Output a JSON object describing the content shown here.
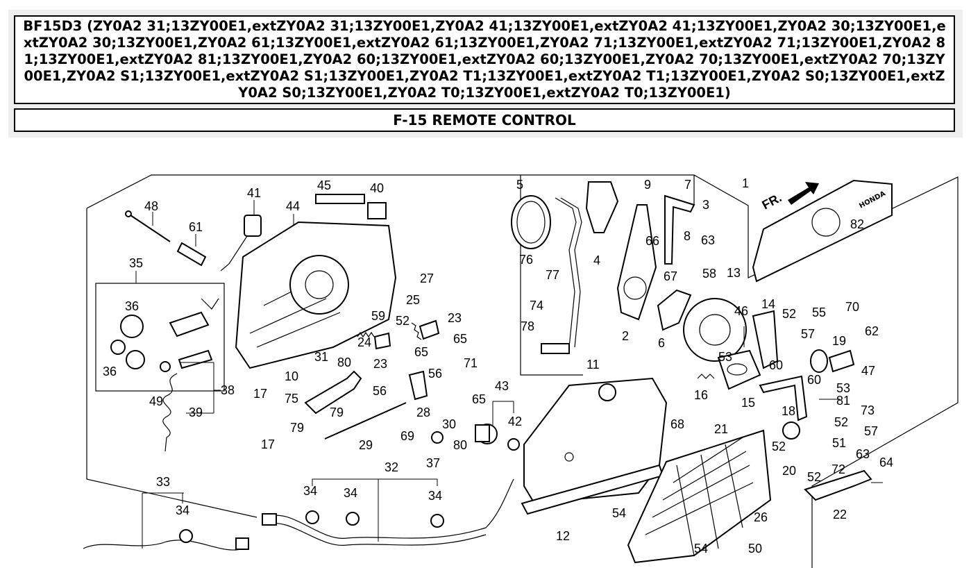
{
  "header": {
    "title": "BF15D3 (ZY0A2 31;13ZY00E1,extZY0A2 31;13ZY00E1,ZY0A2 41;13ZY00E1,extZY0A2 41;13ZY00E1,ZY0A2 30;13ZY00E1,extZY0A2 30;13ZY00E1,ZY0A2 61;13ZY00E1,extZY0A2 61;13ZY00E1,ZY0A2 71;13ZY00E1,extZY0A2 71;13ZY00E1,ZY0A2 81;13ZY00E1,extZY0A2 81;13ZY00E1,ZY0A2 60;13ZY00E1,extZY0A2 60;13ZY00E1,ZY0A2 70;13ZY00E1,extZY0A2 70;13ZY00E1,ZY0A2 S1;13ZY00E1,extZY0A2 S1;13ZY00E1,ZY0A2 T1;13ZY00E1,extZY0A2 T1;13ZY00E1,ZY0A2 S0;13ZY00E1,extZY0A2 S0;13ZY00E1,ZY0A2 T0;13ZY00E1,extZY0A2 T0;13ZY00E1)",
    "subtitle": "F-15 REMOTE CONTROL"
  },
  "diagram": {
    "direction_label": "FR.",
    "brand_mark": "HONDA",
    "callouts": [
      {
        "id": "c48",
        "text": "48"
      },
      {
        "id": "c61",
        "text": "61"
      },
      {
        "id": "c41",
        "text": "41"
      },
      {
        "id": "c44",
        "text": "44"
      },
      {
        "id": "c45",
        "text": "45"
      },
      {
        "id": "c40",
        "text": "40"
      },
      {
        "id": "c35",
        "text": "35"
      },
      {
        "id": "c36a",
        "text": "36"
      },
      {
        "id": "c36b",
        "text": "36"
      },
      {
        "id": "c38",
        "text": "38"
      },
      {
        "id": "c39",
        "text": "39"
      },
      {
        "id": "c49",
        "text": "49"
      },
      {
        "id": "c10",
        "text": "10"
      },
      {
        "id": "c31",
        "text": "31"
      },
      {
        "id": "c80a",
        "text": "80"
      },
      {
        "id": "c59",
        "text": "59"
      },
      {
        "id": "c24",
        "text": "24"
      },
      {
        "id": "c52a",
        "text": "52"
      },
      {
        "id": "c25",
        "text": "25"
      },
      {
        "id": "c27",
        "text": "27"
      },
      {
        "id": "c23a",
        "text": "23"
      },
      {
        "id": "c65a",
        "text": "65"
      },
      {
        "id": "c23b",
        "text": "23"
      },
      {
        "id": "c65b",
        "text": "65"
      },
      {
        "id": "c17a",
        "text": "17"
      },
      {
        "id": "c17b",
        "text": "17"
      },
      {
        "id": "c75",
        "text": "75"
      },
      {
        "id": "c79a",
        "text": "79"
      },
      {
        "id": "c79b",
        "text": "79"
      },
      {
        "id": "c56a",
        "text": "56"
      },
      {
        "id": "c56b",
        "text": "56"
      },
      {
        "id": "c71",
        "text": "71"
      },
      {
        "id": "c28",
        "text": "28"
      },
      {
        "id": "c29",
        "text": "29"
      },
      {
        "id": "c69",
        "text": "69"
      },
      {
        "id": "c30",
        "text": "30"
      },
      {
        "id": "c65c",
        "text": "65"
      },
      {
        "id": "c80b",
        "text": "80"
      },
      {
        "id": "c37",
        "text": "37"
      },
      {
        "id": "c43",
        "text": "43"
      },
      {
        "id": "c42",
        "text": "42"
      },
      {
        "id": "c32",
        "text": "32"
      },
      {
        "id": "c34a",
        "text": "34"
      },
      {
        "id": "c34b",
        "text": "34"
      },
      {
        "id": "c34c",
        "text": "34"
      },
      {
        "id": "c33",
        "text": "33"
      },
      {
        "id": "c34d",
        "text": "34"
      },
      {
        "id": "c5",
        "text": "5"
      },
      {
        "id": "c76",
        "text": "76"
      },
      {
        "id": "c77",
        "text": "77"
      },
      {
        "id": "c74",
        "text": "74"
      },
      {
        "id": "c78",
        "text": "78"
      },
      {
        "id": "c9",
        "text": "9"
      },
      {
        "id": "c7",
        "text": "7"
      },
      {
        "id": "c3",
        "text": "3"
      },
      {
        "id": "c4",
        "text": "4"
      },
      {
        "id": "c66",
        "text": "66"
      },
      {
        "id": "c8",
        "text": "8"
      },
      {
        "id": "c63a",
        "text": "63"
      },
      {
        "id": "c58",
        "text": "58"
      },
      {
        "id": "c67",
        "text": "67"
      },
      {
        "id": "c2",
        "text": "2"
      },
      {
        "id": "c6",
        "text": "6"
      },
      {
        "id": "c13",
        "text": "13"
      },
      {
        "id": "c1",
        "text": "1"
      },
      {
        "id": "c82",
        "text": "82"
      },
      {
        "id": "c46",
        "text": "46"
      },
      {
        "id": "c14",
        "text": "14"
      },
      {
        "id": "c52b",
        "text": "52"
      },
      {
        "id": "c55",
        "text": "55"
      },
      {
        "id": "c70",
        "text": "70"
      },
      {
        "id": "c62",
        "text": "62"
      },
      {
        "id": "c57a",
        "text": "57"
      },
      {
        "id": "c19",
        "text": "19"
      },
      {
        "id": "c47",
        "text": "47"
      },
      {
        "id": "c53a",
        "text": "53"
      },
      {
        "id": "c60a",
        "text": "60"
      },
      {
        "id": "c60b",
        "text": "60"
      },
      {
        "id": "c53b",
        "text": "53"
      },
      {
        "id": "c81",
        "text": "81"
      },
      {
        "id": "c73",
        "text": "73"
      },
      {
        "id": "c16",
        "text": "16"
      },
      {
        "id": "c15",
        "text": "15"
      },
      {
        "id": "c18",
        "text": "18"
      },
      {
        "id": "c11",
        "text": "11"
      },
      {
        "id": "c68",
        "text": "68"
      },
      {
        "id": "c21",
        "text": "21"
      },
      {
        "id": "c52c",
        "text": "52"
      },
      {
        "id": "c57b",
        "text": "57"
      },
      {
        "id": "c52d",
        "text": "52"
      },
      {
        "id": "c51",
        "text": "51"
      },
      {
        "id": "c63b",
        "text": "63"
      },
      {
        "id": "c20",
        "text": "20"
      },
      {
        "id": "c52e",
        "text": "52"
      },
      {
        "id": "c72",
        "text": "72"
      },
      {
        "id": "c64",
        "text": "64"
      },
      {
        "id": "c22",
        "text": "22"
      },
      {
        "id": "c54a",
        "text": "54"
      },
      {
        "id": "c12",
        "text": "12"
      },
      {
        "id": "c26",
        "text": "26"
      },
      {
        "id": "c54b",
        "text": "54"
      },
      {
        "id": "c50",
        "text": "50"
      }
    ]
  }
}
